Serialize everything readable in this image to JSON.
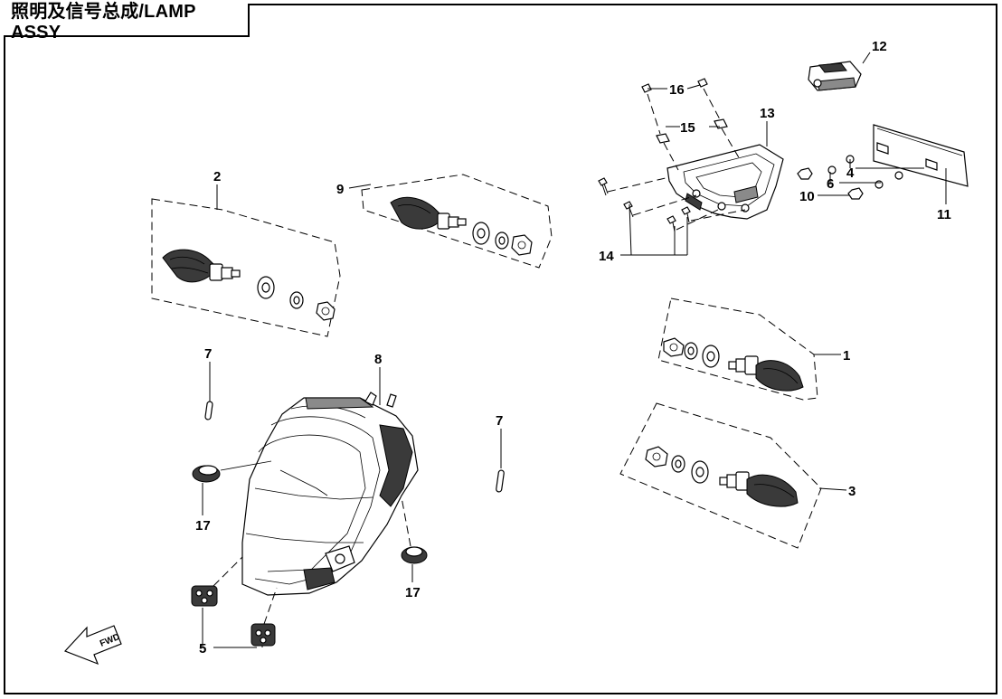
{
  "title": "照明及信号总成/LAMP ASSY",
  "fwd_label": "FWD",
  "callouts": {
    "c1": "1",
    "c2": "2",
    "c3": "3",
    "c4": "4",
    "c5": "5",
    "c6": "6",
    "c7a": "7",
    "c7b": "7",
    "c8": "8",
    "c9": "9",
    "c10": "10",
    "c11": "11",
    "c12": "12",
    "c13": "13",
    "c14": "14",
    "c15": "15",
    "c16": "16",
    "c17a": "17",
    "c17b": "17"
  }
}
